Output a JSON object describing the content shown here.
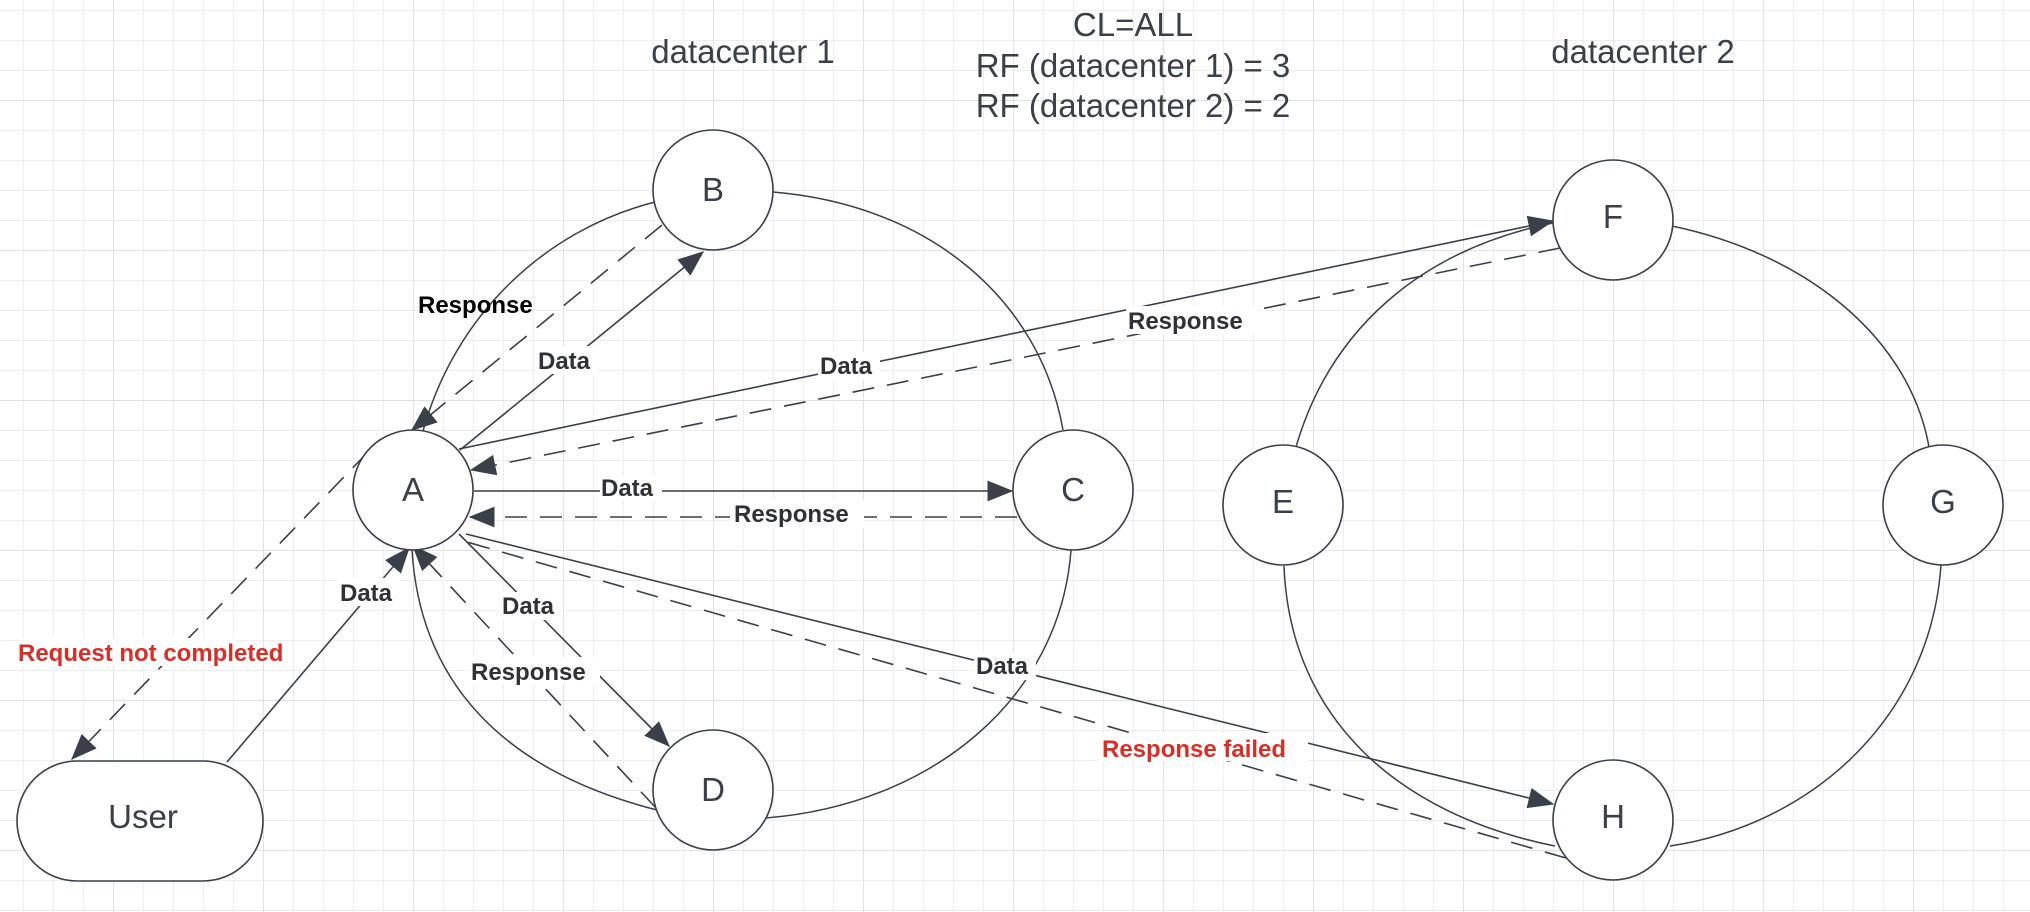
{
  "title_lines": [
    "CL=ALL",
    "RF (datacenter 1) = 3",
    "RF (datacenter 2) = 2"
  ],
  "datacenters": [
    {
      "name": "datacenter 1",
      "nodes": [
        "A",
        "B",
        "C",
        "D"
      ]
    },
    {
      "name": "datacenter 2",
      "nodes": [
        "E",
        "F",
        "G",
        "H"
      ]
    }
  ],
  "nodes": {
    "A": "A",
    "B": "B",
    "C": "C",
    "D": "D",
    "E": "E",
    "F": "F",
    "G": "G",
    "H": "H",
    "user": "User"
  },
  "edges": [
    {
      "from": "User",
      "to": "A",
      "style": "solid",
      "label": "Data",
      "label_color": "default"
    },
    {
      "from": "A",
      "to": "User",
      "style": "dashed",
      "label": "Request not completed",
      "label_color": "red"
    },
    {
      "from": "A",
      "to": "B",
      "style": "solid",
      "label": "Data",
      "label_color": "default"
    },
    {
      "from": "B",
      "to": "A",
      "style": "dashed",
      "label": "Response",
      "label_color": "black"
    },
    {
      "from": "A",
      "to": "C",
      "style": "solid",
      "label": "Data",
      "label_color": "default"
    },
    {
      "from": "C",
      "to": "A",
      "style": "dashed",
      "label": "Response",
      "label_color": "default"
    },
    {
      "from": "A",
      "to": "D",
      "style": "solid",
      "label": "Data",
      "label_color": "default"
    },
    {
      "from": "D",
      "to": "A",
      "style": "dashed",
      "label": "Response",
      "label_color": "default"
    },
    {
      "from": "A",
      "to": "F",
      "style": "solid",
      "label": "Data",
      "label_color": "default"
    },
    {
      "from": "F",
      "to": "A",
      "style": "dashed",
      "label": "Response",
      "label_color": "default"
    },
    {
      "from": "A",
      "to": "H",
      "style": "solid",
      "label": "Data",
      "label_color": "default"
    },
    {
      "from": "H",
      "to": "A",
      "style": "dashed",
      "label": "Response failed",
      "label_color": "red"
    }
  ],
  "colors": {
    "stroke": "#3a4049",
    "error_text": "#d62f28",
    "grid_major": "#e2e2e2",
    "grid_minor": "#efefef"
  }
}
